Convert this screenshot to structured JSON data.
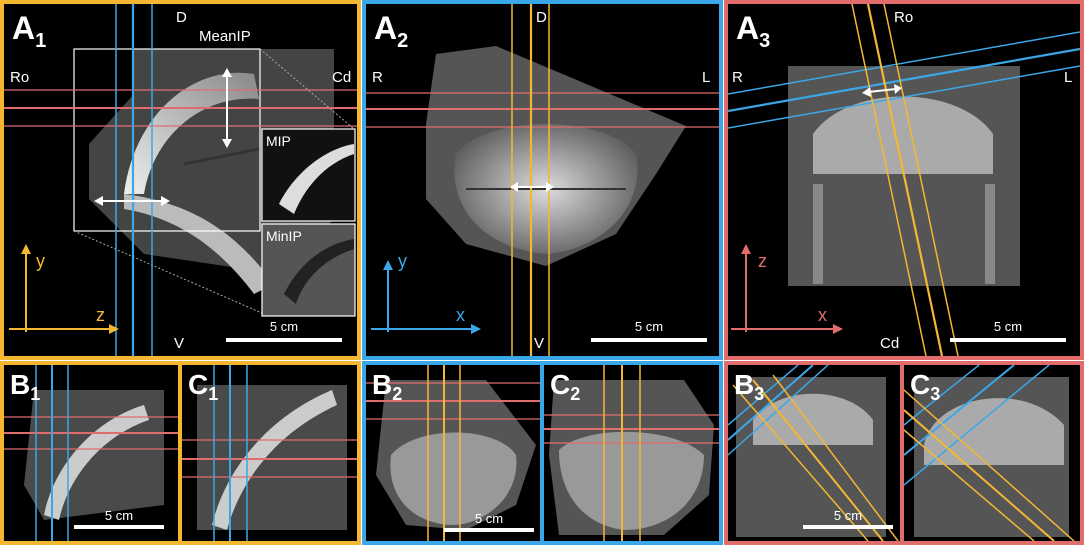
{
  "colors": {
    "yellow": "#f5b731",
    "blue": "#3aa8e8",
    "red": "#e06c6c"
  },
  "row1": {
    "a1": {
      "label": "A",
      "sub": "1",
      "dorsal": "D",
      "ventral": "V",
      "rostral": "Ro",
      "caudal": "Cd",
      "meanip": "MeanIP",
      "mip": "MIP",
      "minip": "MinIP",
      "axis_y": "y",
      "axis_z": "z",
      "scale": "5 cm"
    },
    "a2": {
      "label": "A",
      "sub": "2",
      "dorsal": "D",
      "ventral": "V",
      "right": "R",
      "left": "L",
      "axis_y": "y",
      "axis_x": "x",
      "scale": "5 cm"
    },
    "a3": {
      "label": "A",
      "sub": "3",
      "rostral": "Ro",
      "caudal": "Cd",
      "right": "R",
      "left": "L",
      "axis_z": "z",
      "axis_x": "x",
      "scale": "5 cm"
    }
  },
  "row2": {
    "b1": {
      "label": "B",
      "sub": "1",
      "scale": "5 cm"
    },
    "c1": {
      "label": "C",
      "sub": "1"
    },
    "b2": {
      "label": "B",
      "sub": "2",
      "scale": "5 cm"
    },
    "c2": {
      "label": "C",
      "sub": "2"
    },
    "b3": {
      "label": "B",
      "sub": "3",
      "scale": "5 cm"
    },
    "c3": {
      "label": "C",
      "sub": "3"
    }
  }
}
